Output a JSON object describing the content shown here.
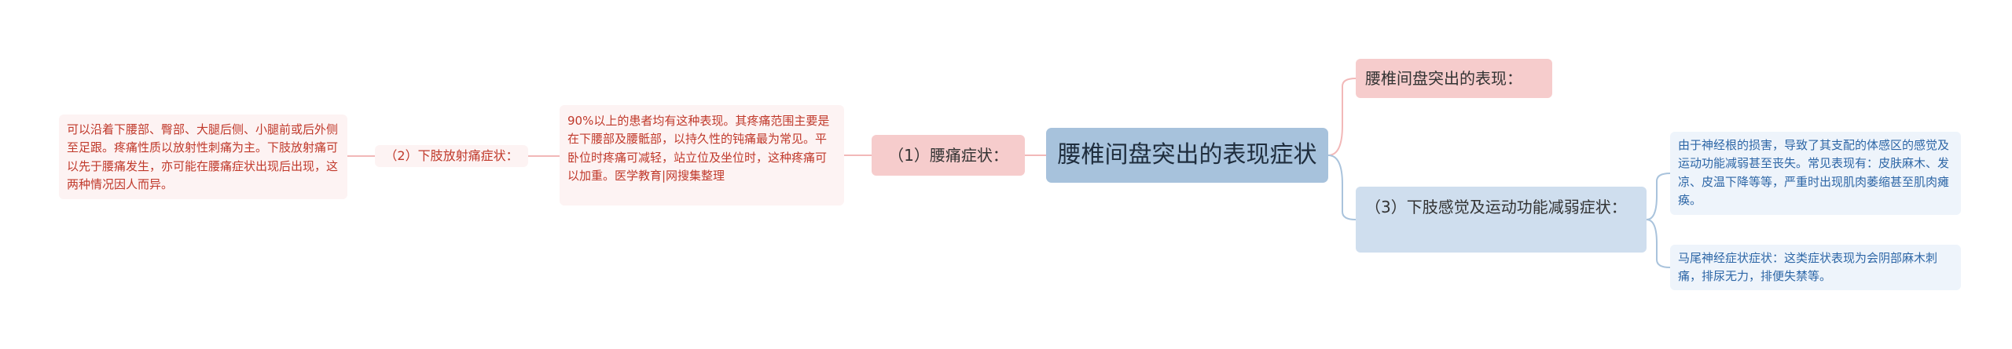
{
  "mindmap": {
    "center": {
      "label": "腰椎间盘突出的表现症状"
    },
    "left": {
      "branch": {
        "label": "（1）腰痛症状："
      },
      "branch_text": "90%以上的患者均有这种表现。其疼痛范围主要是在下腰部及腰骶部，以持久性的钝痛最为常见。平卧位时疼痛可减轻，站立位及坐位时，这种疼痛可以加重。医学教育|网搜集整理",
      "sub": {
        "label": "（2）下肢放射痛症状："
      },
      "sub_text": "可以沿着下腰部、臀部、大腿后侧、小腿前或后外侧至足跟。疼痛性质以放射性刺痛为主。下肢放射痛可以先于腰痛发生，亦可能在腰痛症状出现后出现，这两种情况因人而异。"
    },
    "right": {
      "top": {
        "label": "腰椎间盘突出的表现："
      },
      "bottom": {
        "label": "（3）下肢感觉及运动功能减弱症状："
      },
      "bottom_children": [
        {
          "text": "由于神经根的损害，导致了其支配的体感区的感觉及运动功能减弱甚至丧失。常见表现有：皮肤麻木、发凉、皮温下降等等，严重时出现肌肉萎缩甚至肌肉瘫痪。"
        },
        {
          "text": "马尾神经症状症状：这类症状表现为会阴部麻木刺痛，排尿无力，排便失禁等。"
        }
      ]
    }
  },
  "colors": {
    "center_bg": "#a7c2dc",
    "pink_bg": "#f6cccc",
    "pink_light_bg": "#fdf3f3",
    "pink_text": "#c0392b",
    "blue_bg": "#cfdeee",
    "blue_light_bg": "#eef4fb",
    "blue_text": "#2d66a6",
    "line_pink": "#f2b8b8",
    "line_blue": "#a9c3dc"
  }
}
